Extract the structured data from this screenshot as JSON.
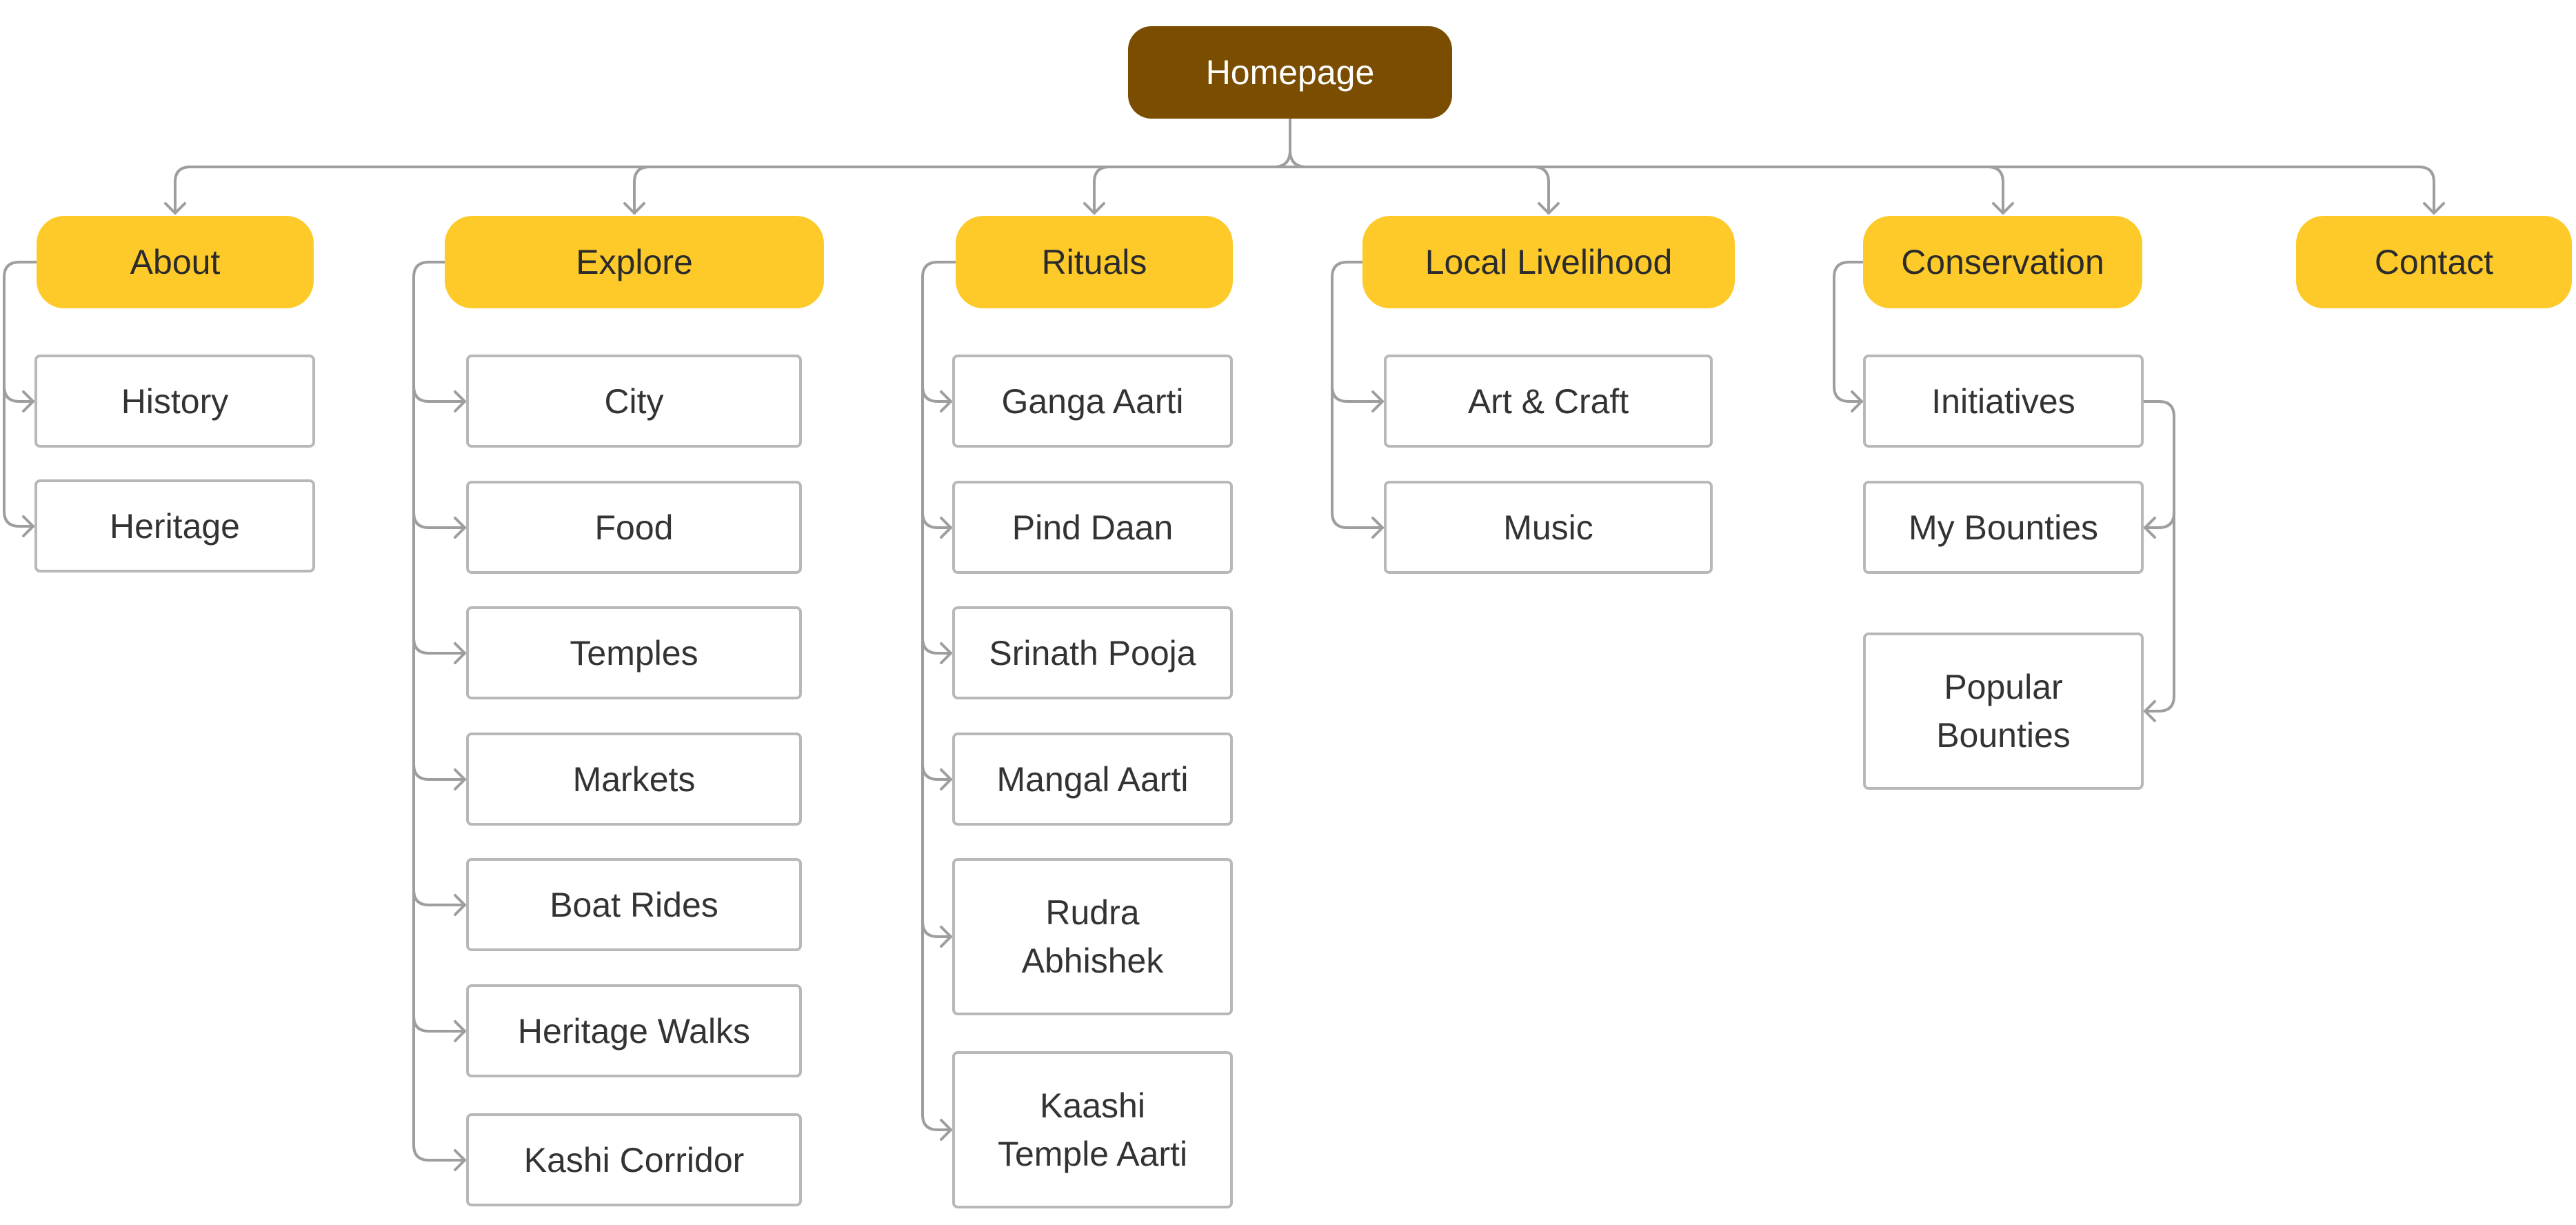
{
  "root": {
    "label": "Homepage"
  },
  "categories": [
    {
      "label": "About",
      "items": [
        "History",
        "Heritage"
      ]
    },
    {
      "label": "Explore",
      "items": [
        "City",
        "Food",
        "Temples",
        "Markets",
        "Boat Rides",
        "Heritage Walks",
        "Kashi Corridor"
      ]
    },
    {
      "label": "Rituals",
      "items": [
        "Ganga Aarti",
        "Pind Daan",
        "Srinath Pooja",
        "Mangal Aarti",
        "Rudra\nAbhishek",
        "Kaashi\nTemple Aarti"
      ]
    },
    {
      "label": "Local Livelihood",
      "items": [
        "Art & Craft",
        "Music"
      ]
    },
    {
      "label": "Conservation",
      "items": [
        "Initiatives",
        "My Bounties",
        "Popular\nBounties"
      ]
    },
    {
      "label": "Contact",
      "items": []
    }
  ],
  "colors": {
    "root_fill": "#7a4d00",
    "category_fill": "#fdca2a",
    "leaf_border": "#b8b8b8",
    "connector": "#9e9e9e"
  }
}
